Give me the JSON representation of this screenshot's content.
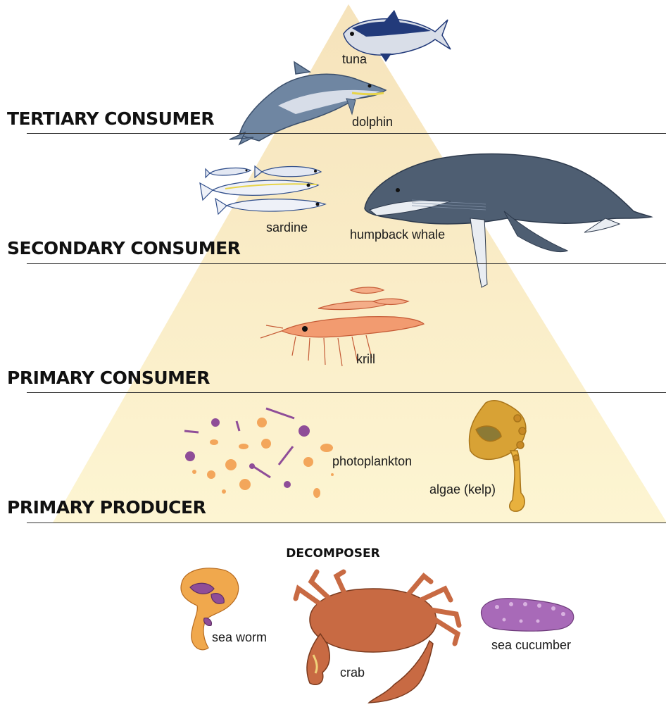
{
  "levels": {
    "tertiary": "TERTIARY CONSUMER",
    "secondary": "SECONDARY CONSUMER",
    "primary_consumer": "PRIMARY CONSUMER",
    "primary_producer": "PRIMARY PRODUCER"
  },
  "decomposer_title": "DECOMPOSER",
  "organisms": {
    "tuna": "tuna",
    "dolphin": "dolphin",
    "sardine": "sardine",
    "humpback_whale": "humpback whale",
    "krill": "krill",
    "photoplankton": "photoplankton",
    "algae": "algae (kelp)",
    "sea_worm": "sea worm",
    "crab": "crab",
    "sea_cucumber": "sea cucumber"
  },
  "colors": {
    "pyramid_top": "#f7e6bf",
    "pyramid_bottom": "#fcf3cd",
    "whale": "#4e5e72",
    "dolphin": "#6f86a2",
    "tuna": "#223a7a",
    "krill": "#ee8a5e",
    "crab": "#c86a43",
    "plankton_purple": "#8f4d98",
    "plankton_orange": "#f3a65b",
    "kelp": "#d8a235",
    "sea_cucumber": "#a86ab8",
    "sea_worm": "#e9a04a"
  }
}
